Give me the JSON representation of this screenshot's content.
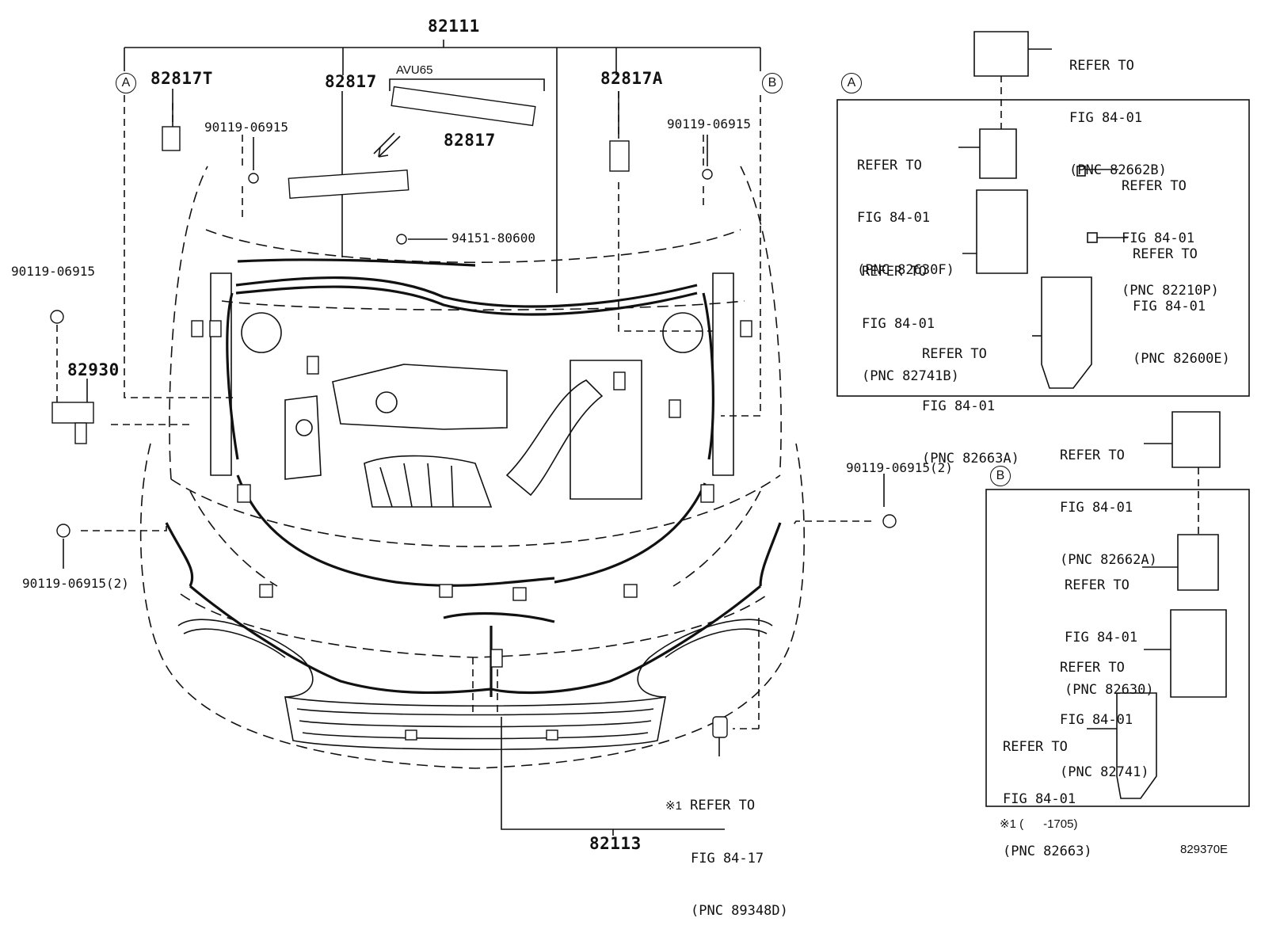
{
  "parts": {
    "main_harness": "82111",
    "sub_82817T": "82817T",
    "sub_82817": "82817",
    "sub_82817A": "82817A",
    "avu_label": "AVU65",
    "avu_part": "82817",
    "bolt_left_top": "90119-06915",
    "bolt_right_top": "90119-06915",
    "clip_center": "94151-80600",
    "bolt_far_left": "90119-06915",
    "sensor_left": "82930",
    "bolt_left_bottom": "90119-06915(2)",
    "bolt_right_bottom": "90119-06915(2)",
    "bottom_harness": "82113",
    "diagram_code": "829370E"
  },
  "markers": {
    "a": "A",
    "b": "B"
  },
  "center_ref": {
    "prefix": "※1",
    "line1": "REFER TO",
    "line2": "FIG 84-17",
    "line3": "(PNC 89348D)"
  },
  "footnote": "※1 (      -1705)",
  "box_a_refs": [
    {
      "line1": "REFER TO",
      "line2": "FIG 84-01",
      "line3": "(PNC 82662B)"
    },
    {
      "line1": "REFER TO",
      "line2": "FIG 84-01",
      "line3": "(PNC 82630F)"
    },
    {
      "line1": "REFER TO",
      "line2": "FIG 84-01",
      "line3": "(PNC 82210P)"
    },
    {
      "line1": "REFER TO",
      "line2": "FIG 84-01",
      "line3": "(PNC 82741B)"
    },
    {
      "line1": "REFER TO",
      "line2": "FIG 84-01",
      "line3": "(PNC 82600E)"
    },
    {
      "line1": "REFER TO",
      "line2": "FIG 84-01",
      "line3": "(PNC 82663A)"
    }
  ],
  "box_b_refs": [
    {
      "line1": "REFER TO",
      "line2": "FIG 84-01",
      "line3": "(PNC 82662A)"
    },
    {
      "line1": "REFER TO",
      "line2": "FIG 84-01",
      "line3": "(PNC 82630)"
    },
    {
      "line1": "REFER TO",
      "line2": "FIG 84-01",
      "line3": "(PNC 82741)"
    },
    {
      "line1": "REFER TO",
      "line2": "FIG 84-01",
      "line3": "(PNC 82663)"
    }
  ]
}
